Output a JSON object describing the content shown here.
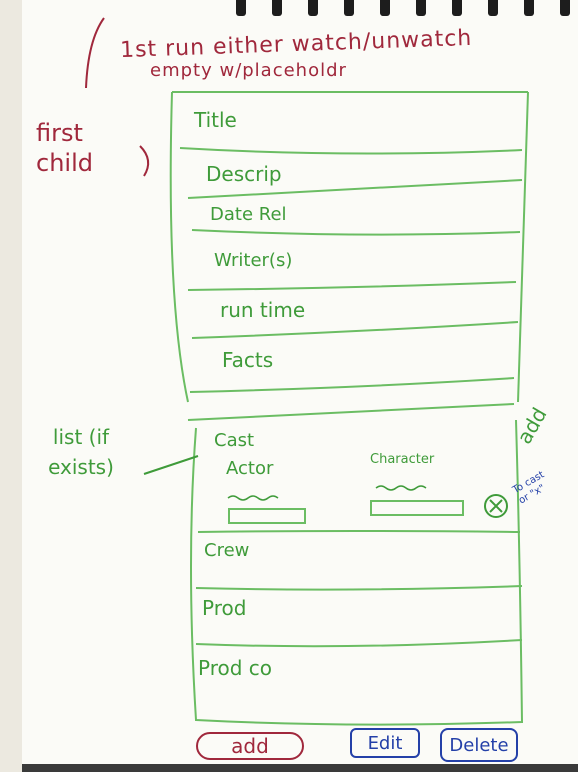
{
  "notes": {
    "top_line1": "1st run either watch/unwatch",
    "top_line2": "empty w/placeholdr",
    "first_child": "first child",
    "list_if_exists": "list (if exists)",
    "add_side": "add",
    "to_cast": "To cast or \"x\""
  },
  "form": {
    "fields": [
      "Title",
      "Descrip",
      "Date Rel",
      "Writer(s)",
      "run time",
      "Facts"
    ],
    "cast": {
      "heading": "Cast",
      "actor_label": "Actor",
      "character_label": "Character"
    },
    "sections": [
      "Crew",
      "Prod",
      "Prod co"
    ]
  },
  "buttons": {
    "add": "add",
    "edit": "Edit",
    "delete": "Delete"
  },
  "colors": {
    "red_ink": "#a0283c",
    "green_ink": "#3f9b3a",
    "blue_ink": "#2440a8",
    "paper": "#fbfbf7"
  }
}
